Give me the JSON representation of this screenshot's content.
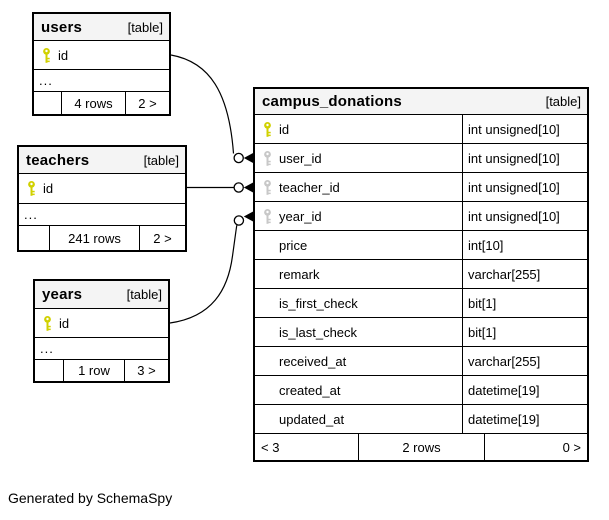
{
  "generator": {
    "label": "Generated by SchemaSpy"
  },
  "colors": {
    "pk_key": "#d1d100",
    "fk_key": "#c8c8c8",
    "header_bg": "#f4f4f4",
    "border": "#000000"
  },
  "tables": {
    "users": {
      "name": "users",
      "tag": "[table]",
      "columns": [
        {
          "name": "id",
          "key": "primary"
        }
      ],
      "ellipsis": "...",
      "footer": {
        "left": "",
        "mid": "4 rows",
        "right": "2 >"
      }
    },
    "teachers": {
      "name": "teachers",
      "tag": "[table]",
      "columns": [
        {
          "name": "id",
          "key": "primary"
        }
      ],
      "ellipsis": "...",
      "footer": {
        "left": "",
        "mid": "241 rows",
        "right": "2 >"
      }
    },
    "years": {
      "name": "years",
      "tag": "[table]",
      "columns": [
        {
          "name": "id",
          "key": "primary"
        }
      ],
      "ellipsis": "...",
      "footer": {
        "left": "",
        "mid": "1 row",
        "right": "3 >"
      }
    },
    "campus_donations": {
      "name": "campus_donations",
      "tag": "[table]",
      "columns": [
        {
          "name": "id",
          "type": "int unsigned[10]",
          "key": "primary"
        },
        {
          "name": "user_id",
          "type": "int unsigned[10]",
          "key": "foreign"
        },
        {
          "name": "teacher_id",
          "type": "int unsigned[10]",
          "key": "foreign"
        },
        {
          "name": "year_id",
          "type": "int unsigned[10]",
          "key": "foreign"
        },
        {
          "name": "price",
          "type": "int[10]",
          "key": "none"
        },
        {
          "name": "remark",
          "type": "varchar[255]",
          "key": "none"
        },
        {
          "name": "is_first_check",
          "type": "bit[1]",
          "key": "none"
        },
        {
          "name": "is_last_check",
          "type": "bit[1]",
          "key": "none"
        },
        {
          "name": "received_at",
          "type": "varchar[255]",
          "key": "none"
        },
        {
          "name": "created_at",
          "type": "datetime[19]",
          "key": "none"
        },
        {
          "name": "updated_at",
          "type": "datetime[19]",
          "key": "none"
        }
      ],
      "footer": {
        "left": "< 3",
        "mid": "2 rows",
        "right": "0 >"
      }
    }
  },
  "relationships": [
    {
      "from": "users.id",
      "to": "campus_donations.user_id"
    },
    {
      "from": "teachers.id",
      "to": "campus_donations.teacher_id"
    },
    {
      "from": "years.id",
      "to": "campus_donations.year_id"
    }
  ]
}
